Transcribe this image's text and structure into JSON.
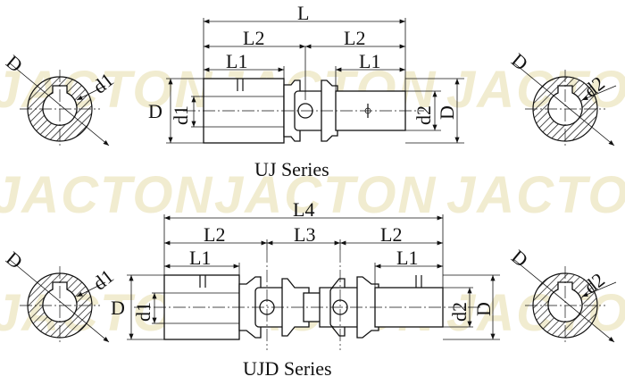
{
  "watermark": {
    "text": "JACTON"
  },
  "uj": {
    "caption": "UJ Series",
    "dims": {
      "L": "L",
      "L2_left": "L2",
      "L2_right": "L2",
      "L1_left": "L1",
      "L1_right": "L1",
      "D_left": "D",
      "d1": "d1",
      "d2": "d2",
      "D_right": "D"
    },
    "section_left": {
      "D": "D",
      "d": "d1"
    },
    "section_right": {
      "D": "D",
      "d": "d2"
    }
  },
  "ujd": {
    "caption": "UJD Series",
    "dims": {
      "L4": "L4",
      "L2_left": "L2",
      "L3": "L3",
      "L2_right": "L2",
      "L1_left": "L1",
      "L1_right": "L1",
      "D_left": "D",
      "d1": "d1",
      "d2": "d2",
      "D_right": "D"
    },
    "section_left": {
      "D": "D",
      "d": "d1"
    },
    "section_right": {
      "D": "D",
      "d": "d2"
    }
  },
  "colors": {
    "line": "#111111",
    "watermark": "#f1ecd0"
  }
}
